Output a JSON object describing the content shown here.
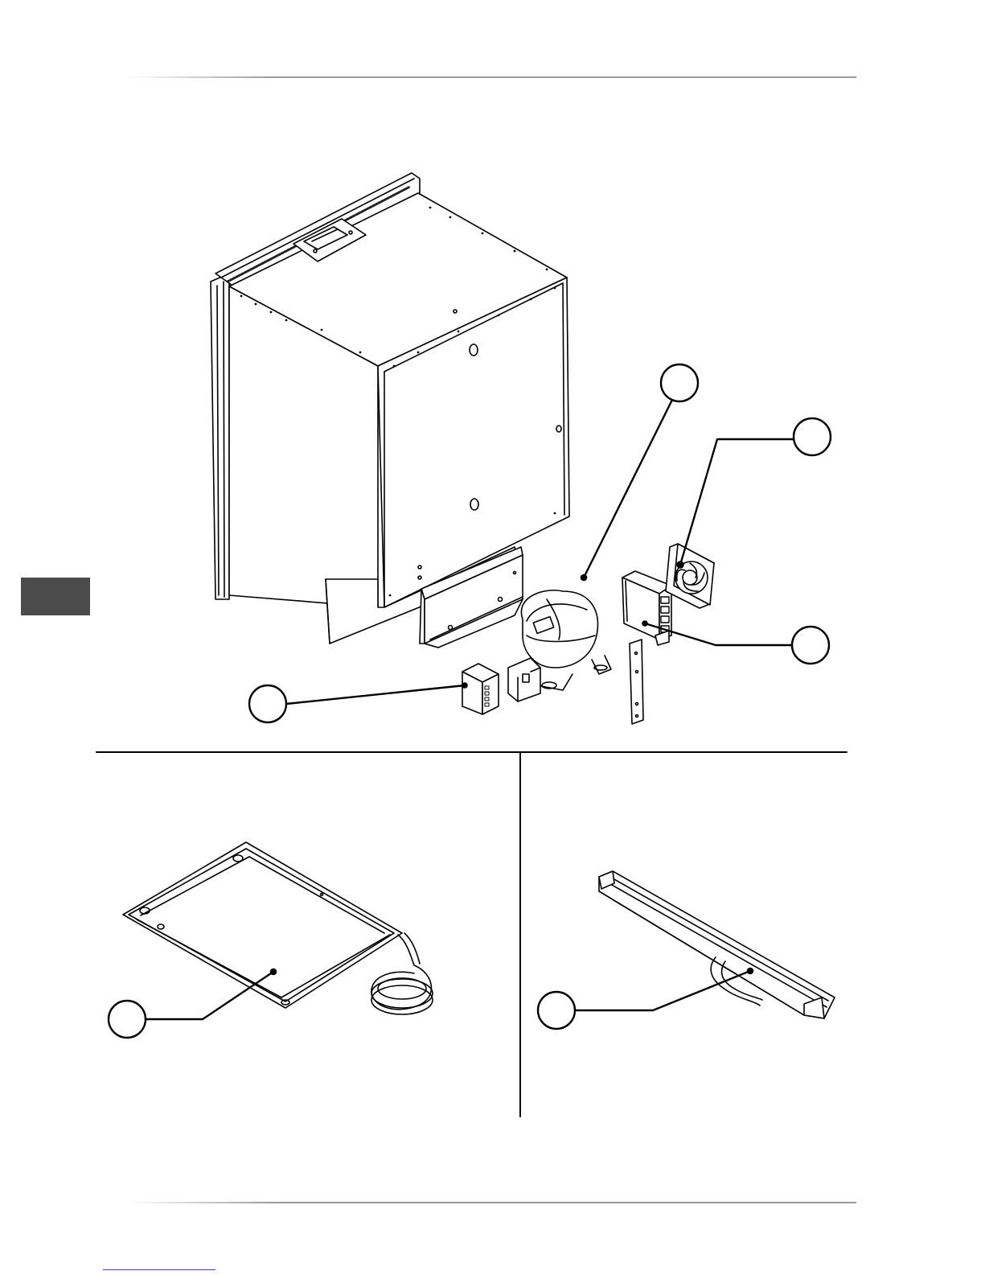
{
  "page": {
    "top_rule": "",
    "side_tab_color": "#4b4b4b",
    "footer_link_color": "#3b3bd6"
  },
  "figure": {
    "main_assembly": {
      "parts": [
        "cabinet",
        "door-frame",
        "hinge-plate",
        "mounting-bracket",
        "compressor",
        "relay-box",
        "condenser",
        "cooling-fan",
        "mounting-strip"
      ],
      "callouts": [
        {
          "id": "callout-compressor-bracket",
          "label": ""
        },
        {
          "id": "callout-fan",
          "label": ""
        },
        {
          "id": "callout-condenser",
          "label": ""
        },
        {
          "id": "callout-relay-box",
          "label": ""
        }
      ]
    },
    "bottom_left_panel": {
      "parts": [
        "drip-tray-plate",
        "coil-tube"
      ],
      "callouts": [
        {
          "id": "callout-drip-tray",
          "label": ""
        }
      ]
    },
    "bottom_right_panel": {
      "parts": [
        "drain-channel",
        "drain-hose"
      ],
      "callouts": [
        {
          "id": "callout-drain-channel",
          "label": ""
        }
      ]
    }
  }
}
